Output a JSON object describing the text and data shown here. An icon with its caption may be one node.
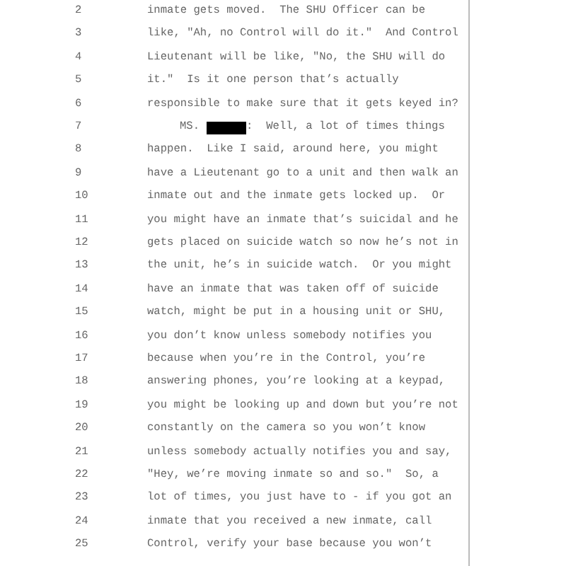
{
  "diagram": {
    "labels": [
      "2",
      "inmate gets moved.  The SHU Officer can be",
      "3",
      "like, \"Ah, no Control will do it.\"  And Control",
      "4",
      "Lieutenant will be like, \"No, the SHU will do",
      "5",
      "it.\"  Is it one person that’s actually",
      "6",
      "responsible to make sure that it gets keyed in?",
      "7",
      "MS.",
      ":  Well, a lot of times things",
      "8",
      "happen.  Like I said, around here, you might",
      "9",
      "have a Lieutenant go to a unit and then walk an",
      "10",
      "inmate out and the inmate gets locked up.  Or",
      "11",
      "you might have an inmate that’s suicidal and he",
      "12",
      "gets placed on suicide watch so now he’s not in",
      "13",
      "the unit, he’s in suicide watch.  Or you might",
      "14",
      "have an inmate that was taken off of suicide",
      "15",
      "watch, might be put in a housing unit or SHU,",
      "16",
      "you don’t know unless somebody notifies you",
      "17",
      "because when you’re in the Control, you’re",
      "18",
      "answering phones, you’re looking at a keypad,",
      "19",
      "you might be looking up and down but you’re not",
      "20",
      "constantly on the camera so you won’t know",
      "21",
      "unless somebody actually notifies you and say,",
      "22",
      "\"Hey, we’re moving inmate so and so.\"  So, a",
      "23",
      "lot of times, you just have to - if you got an",
      "24",
      "inmate that you received a new inmate, call",
      "25",
      "Control, verify your base because you won’t"
    ]
  }
}
